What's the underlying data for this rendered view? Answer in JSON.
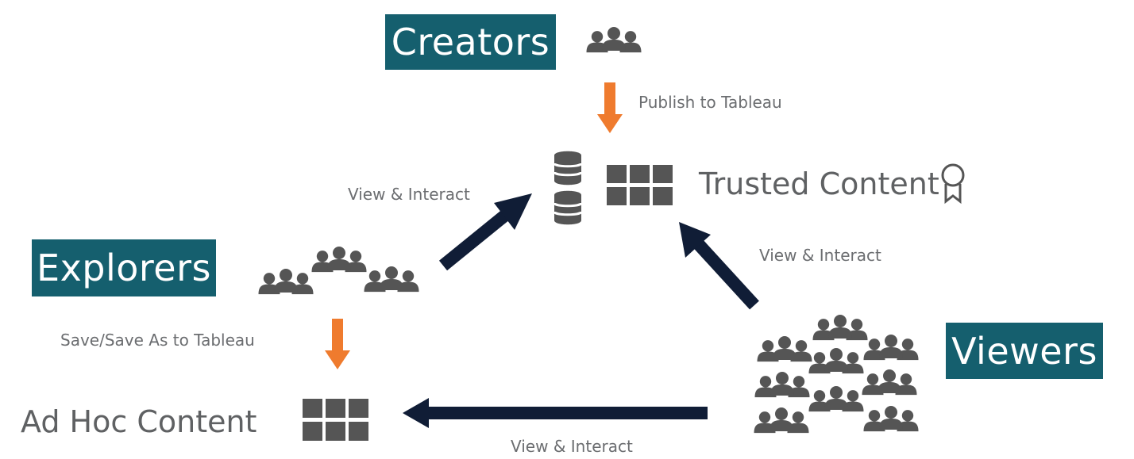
{
  "roles": {
    "creators": "Creators",
    "explorers": "Explorers",
    "viewers": "Viewers"
  },
  "content": {
    "trusted": "Trusted Content",
    "adhoc": "Ad Hoc Content"
  },
  "actions": {
    "publish": "Publish to Tableau",
    "save": "Save/Save As to Tableau",
    "explorers_view": "View & Interact",
    "viewers_view_trusted": "View & Interact",
    "viewers_view_adhoc": "View & Interact"
  },
  "icons": {
    "person": "person-icon",
    "grid": "grid-icon",
    "database": "database-icon",
    "ribbon": "ribbon-badge-icon"
  },
  "colors": {
    "role_box": "#155f6e",
    "orange_arrow": "#ef7b2e",
    "navy_arrow": "#101d36",
    "icon_gray": "#555555",
    "text_gray": "#5f6163"
  }
}
